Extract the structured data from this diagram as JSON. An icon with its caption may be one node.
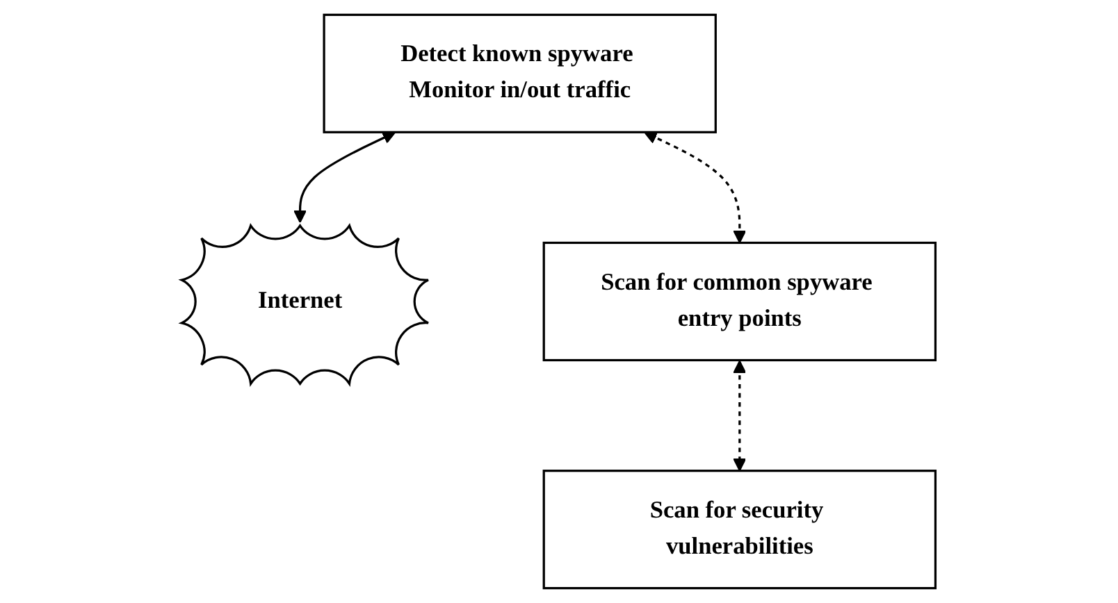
{
  "diagram": {
    "nodes": [
      {
        "text": [
          "Detect known spyware Monitor in/out traffic"
        ]
      },
      {
        "text": [
          "Internet"
        ]
      },
      {
        "text": [
          "Scan for common spyware entry points"
        ]
      },
      {
        "text": [
          "Scan for security vulnerabilities"
        ]
      }
    ],
    "edges": [
      {
        "from": 0,
        "to": 1,
        "arrow": "both"
      },
      {
        "from": 0,
        "to": 2,
        "arrow": "both",
        "style": "dashed"
      },
      {
        "from": 2,
        "to": 3,
        "arrow": "both",
        "style": "dashed"
      }
    ]
  }
}
